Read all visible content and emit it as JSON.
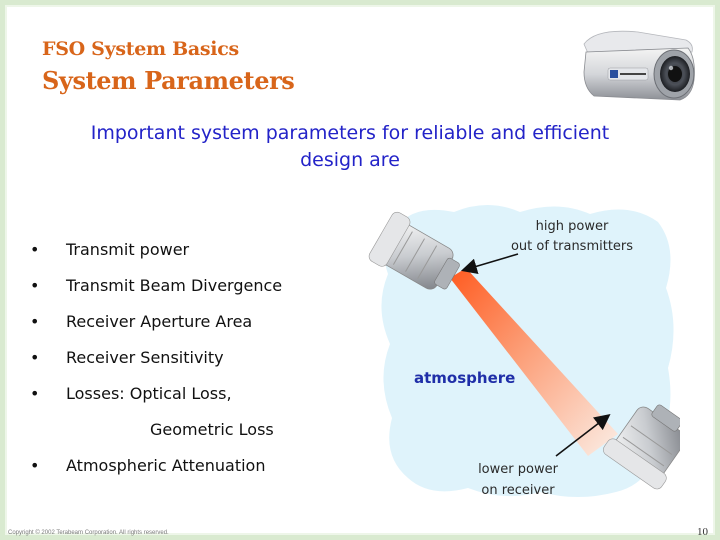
{
  "header": {
    "section": "FSO System Basics",
    "title": "System Parameters"
  },
  "subtitle": "Important system parameters for reliable and efficient design are",
  "bullets": [
    "Transmit power",
    "Transmit Beam Divergence",
    "Receiver Aperture Area",
    "Receiver Sensitivity",
    "Losses: Optical Loss,",
    "Geometric Loss",
    "Atmospheric Attenuation"
  ],
  "bullet_symbol": "•",
  "diagram": {
    "label_high_1": "high power",
    "label_high_2": "out of transmitters",
    "label_atmosphere": "atmosphere",
    "label_low_1": "lower power",
    "label_low_2": "on receiver",
    "colors": {
      "cloud": "#dff3fb",
      "beam_start": "#ff5a1f",
      "beam_end": "#fbe7dc",
      "atmosphere_text": "#1f2ea8",
      "label_text": "#2a2a2a"
    }
  },
  "footer": {
    "copyright": "Copyright © 2002 Terabeam Corporation. All rights reserved.",
    "page_number": "10"
  },
  "colors": {
    "heading": "#d8651a",
    "subtitle": "#2323c8",
    "border": "#d9ead0"
  }
}
